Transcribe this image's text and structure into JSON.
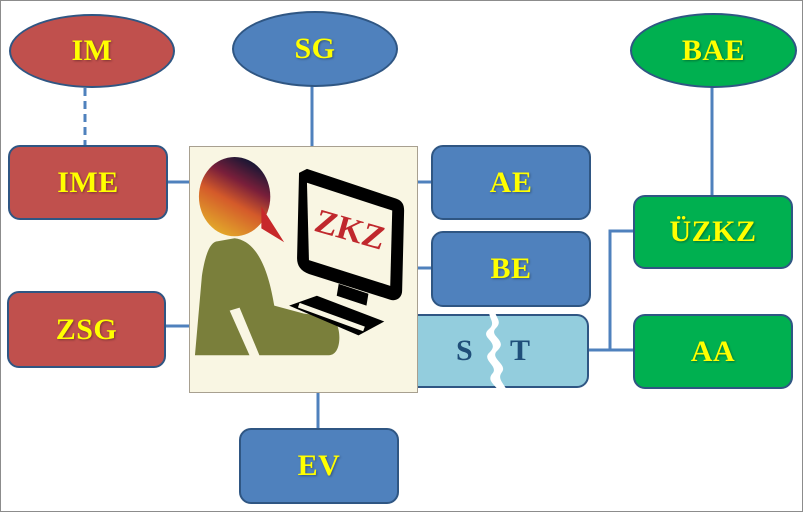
{
  "diagram": {
    "center": {
      "label": "ZKZ",
      "icon": "person-at-computer-icon"
    },
    "nodes": {
      "im": {
        "label": "IM",
        "shape": "ellipse",
        "color": "#c0504d"
      },
      "sg": {
        "label": "SG",
        "shape": "ellipse",
        "color": "#4f81bd"
      },
      "bae": {
        "label": "BAE",
        "shape": "ellipse",
        "color": "#00b050"
      },
      "ime": {
        "label": "IME",
        "shape": "box",
        "color": "#c0504d"
      },
      "zsg": {
        "label": "ZSG",
        "shape": "box",
        "color": "#c0504d"
      },
      "ae": {
        "label": "AE",
        "shape": "box",
        "color": "#4f81bd"
      },
      "be": {
        "label": "BE",
        "shape": "box",
        "color": "#4f81bd"
      },
      "st": {
        "label_left": "S",
        "label_right": "T",
        "shape": "box-broken",
        "color": "#93cddd"
      },
      "ev": {
        "label": "EV",
        "shape": "box",
        "color": "#4f81bd"
      },
      "uezkz": {
        "label": "ÜZKZ",
        "shape": "box",
        "color": "#00b050"
      },
      "aa": {
        "label": "AA",
        "shape": "box",
        "color": "#00b050"
      }
    },
    "edges": [
      {
        "from": "IM",
        "to": "IME",
        "style": "dashed"
      },
      {
        "from": "SG",
        "to": "ZKZ",
        "style": "solid"
      },
      {
        "from": "IME",
        "to": "ZKZ",
        "style": "solid"
      },
      {
        "from": "ZSG",
        "to": "ZKZ",
        "style": "solid"
      },
      {
        "from": "AE",
        "to": "ZKZ",
        "style": "solid"
      },
      {
        "from": "BE",
        "to": "ZKZ",
        "style": "solid"
      },
      {
        "from": "EV",
        "to": "ZKZ",
        "style": "solid"
      },
      {
        "from": "BAE",
        "to": "ÜZKZ",
        "style": "solid"
      },
      {
        "from": "ST",
        "to": "ÜZKZ",
        "style": "solid"
      },
      {
        "from": "ST",
        "to": "AA",
        "style": "solid"
      }
    ],
    "text_color": "#ffff00",
    "line_color": "#4f81bd"
  }
}
